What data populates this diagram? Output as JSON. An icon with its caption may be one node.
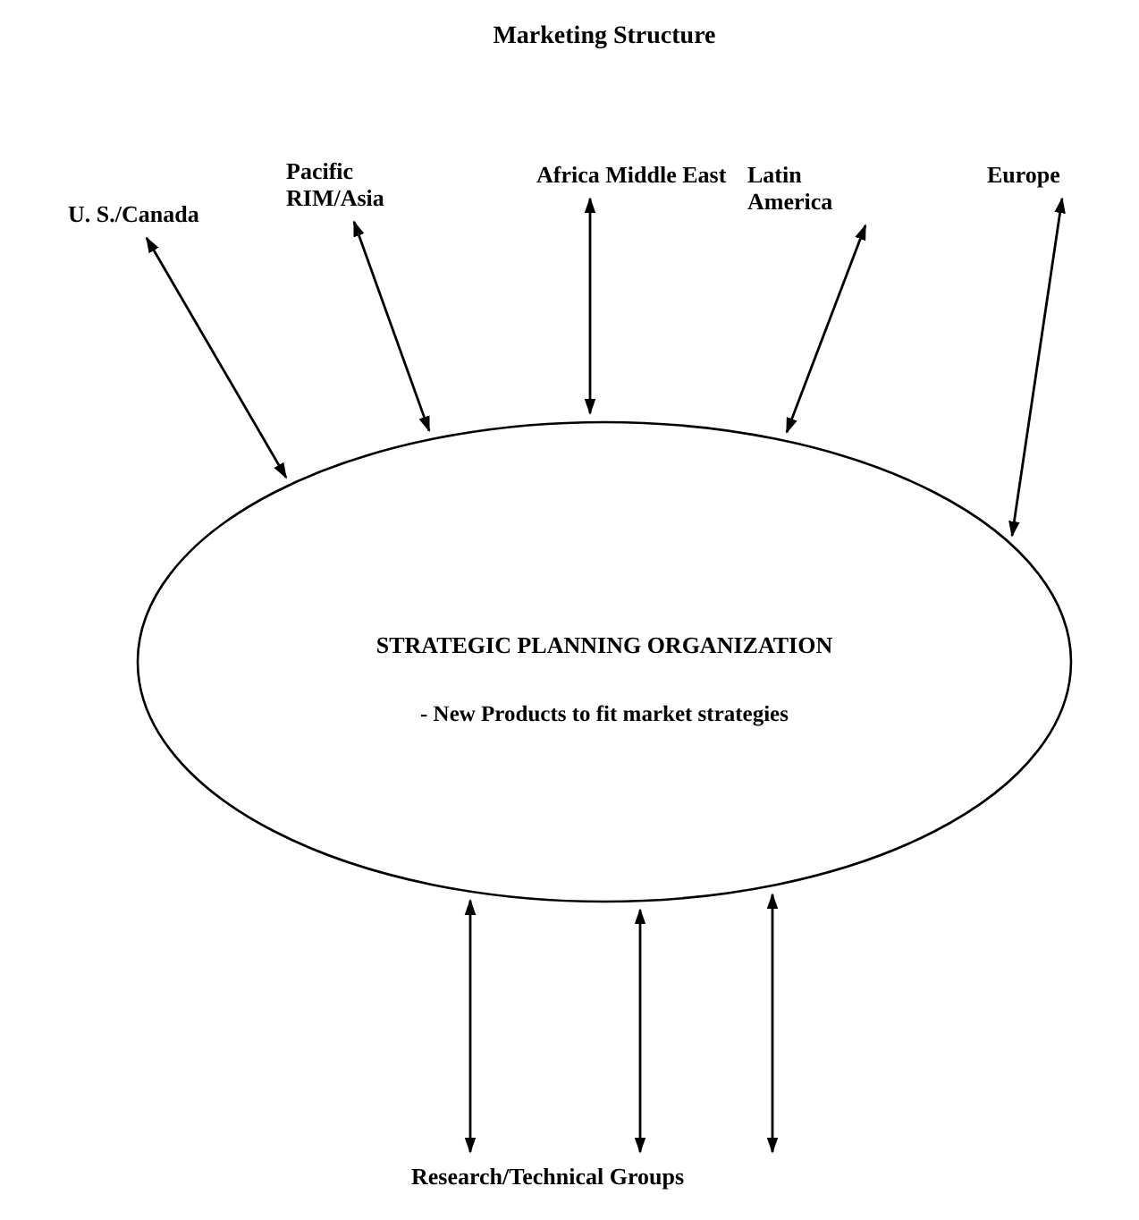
{
  "diagram": {
    "title": "Marketing Structure",
    "nodes": [
      {
        "text": [
          "U. S./Canada"
        ]
      },
      {
        "text": [
          "Pacific RIM/Asia"
        ]
      },
      {
        "text": [
          "Africa Middle East"
        ]
      },
      {
        "text": [
          "Latin America"
        ]
      },
      {
        "text": [
          "Europe"
        ]
      },
      {
        "text": [
          "STRATEGIC PLANNING ORGANIZATION",
          "- New Products to fit market strategies"
        ]
      },
      {
        "text": [
          "Research/Technical Groups"
        ]
      }
    ],
    "edges": [
      {
        "from": 0,
        "to": 5,
        "arrow": "both"
      },
      {
        "from": 1,
        "to": 5,
        "arrow": "both"
      },
      {
        "from": 2,
        "to": 5,
        "arrow": "both"
      },
      {
        "from": 3,
        "to": 5,
        "arrow": "both"
      },
      {
        "from": 4,
        "to": 5,
        "arrow": "both"
      },
      {
        "from": 6,
        "to": 5,
        "arrow": "both"
      },
      {
        "from": 6,
        "to": 5,
        "arrow": "both"
      },
      {
        "from": 6,
        "to": 5,
        "arrow": "both"
      }
    ]
  }
}
